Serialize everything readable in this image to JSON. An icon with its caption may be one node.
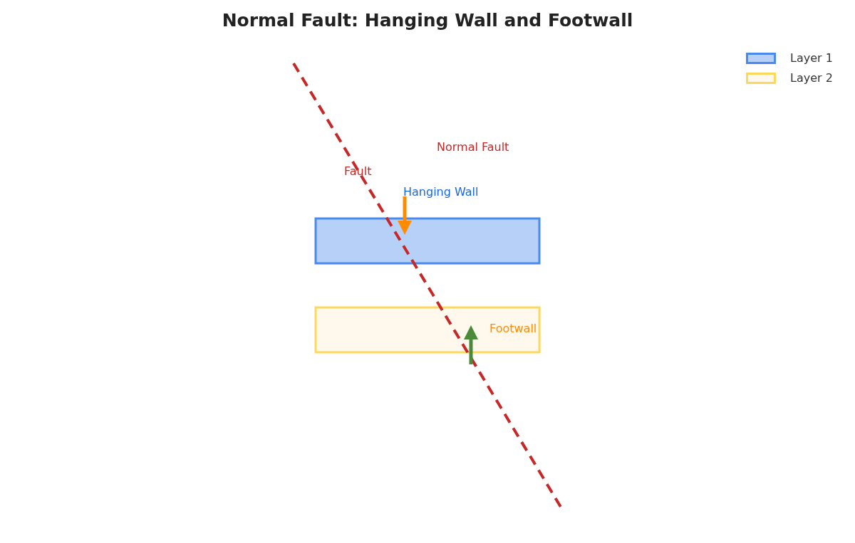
{
  "diagram": {
    "title": "Normal Fault: Hanging Wall and Footwall",
    "nodes": [
      {
        "text": [],
        "shape": "box"
      },
      {
        "text": [],
        "shape": "box"
      }
    ],
    "labels": [
      "Normal Fault",
      "Fault",
      "Hanging Wall",
      "Footwall"
    ],
    "legend": [
      {
        "text": "Layer 1",
        "color": "#b7d0f7"
      },
      {
        "text": "Layer 2",
        "color": "#fef9ec"
      }
    ]
  }
}
